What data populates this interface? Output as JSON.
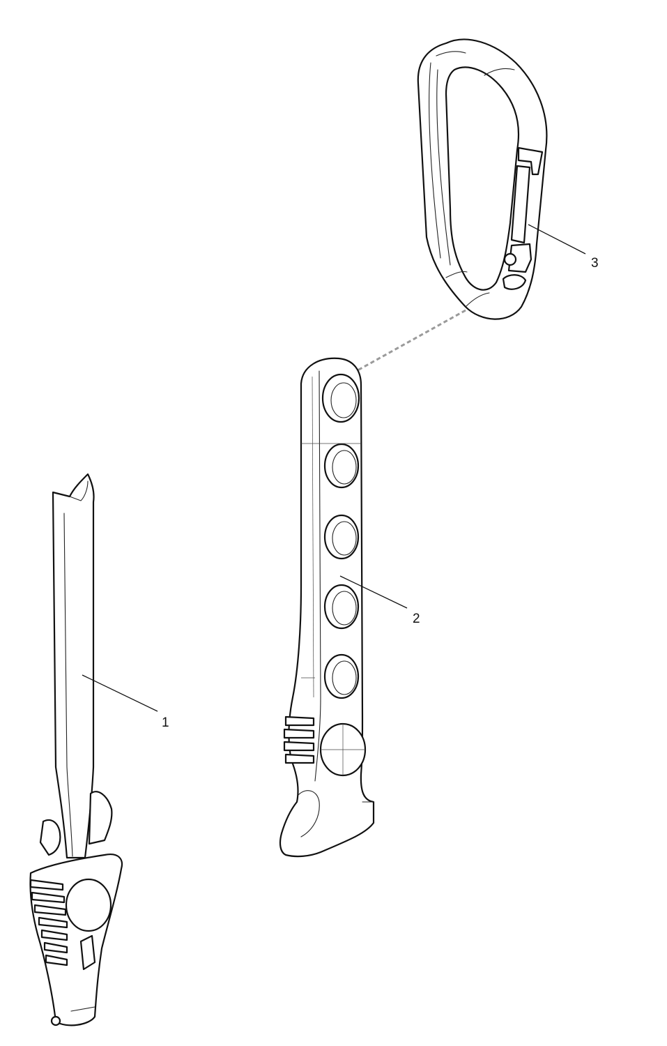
{
  "callouts": [
    {
      "id": "1",
      "label": "1"
    },
    {
      "id": "2",
      "label": "2"
    },
    {
      "id": "3",
      "label": "3"
    }
  ],
  "colors": {
    "line": "#111111",
    "dashed_connector": "#9a9a9a",
    "background": "#ffffff"
  }
}
